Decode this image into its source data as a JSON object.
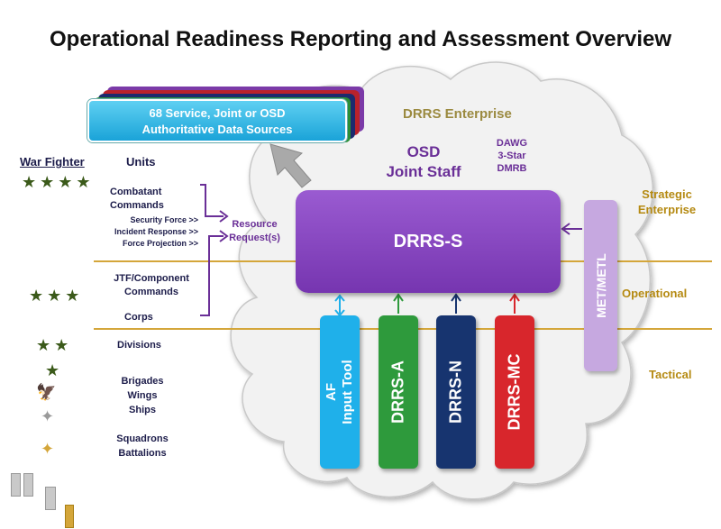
{
  "title": "Operational Readiness Reporting and Assessment Overview",
  "data_sources": {
    "line1": "68 Service, Joint or OSD",
    "line2": "Authoritative Data Sources"
  },
  "cloud_title": "DRRS Enterprise",
  "osd": {
    "line1": "OSD",
    "line2": "Joint Staff"
  },
  "dawg": {
    "line1": "DAWG",
    "line2": "3-Star",
    "line3": "DMRB"
  },
  "drrs_s": "DRRS-S",
  "met_metl": "MET/METL",
  "levels": {
    "strategic_1": "Strategic",
    "strategic_2": "Enterprise",
    "operational": "Operational",
    "tactical": "Tactical"
  },
  "left_header": {
    "war_fighter": "War Fighter",
    "units": "Units"
  },
  "units": {
    "combatant_1": "Combatant",
    "combatant_2": "Commands",
    "security": "Security Force >>",
    "incident": "Incident Response >>",
    "force": "Force Projection >>",
    "jtf_1": "JTF/Component",
    "jtf_2": "Commands",
    "corps": "Corps",
    "divisions": "Divisions",
    "brigades": "Brigades",
    "wings": "Wings",
    "ships": "Ships",
    "squadrons": "Squadrons",
    "battalions": "Battalions"
  },
  "resource": {
    "line1": "Resource",
    "line2": "Request(s)"
  },
  "bars": {
    "af_1": "AF",
    "af_2": "Input Tool",
    "drrs_a": "DRRS-A",
    "drrs_n": "DRRS-N",
    "drrs_mc": "DRRS-MC"
  },
  "colors": {
    "purple": "#7635b0",
    "gold": "#b58a12",
    "af": "#1fb0ea",
    "army": "#2e9a3c",
    "navy": "#17346f",
    "marines": "#d8262c",
    "metl": "#c6a8e0",
    "line": "#d4a63a"
  }
}
